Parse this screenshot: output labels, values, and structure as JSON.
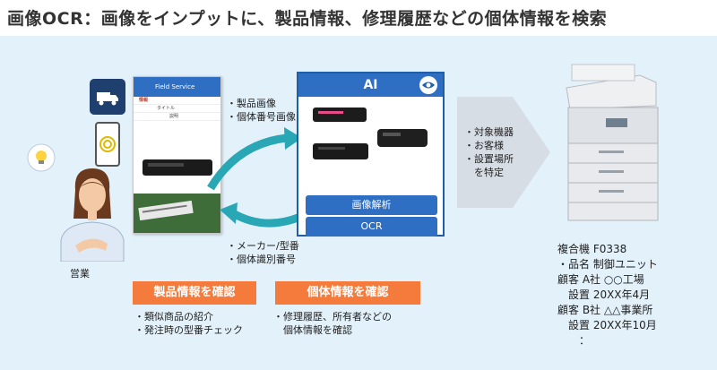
{
  "title": "画像OCR：画像をインプットに、製品情報、修理履歴などの個体情報を検索",
  "phone": {
    "header": "Field Service",
    "rows": [
      "情報",
      "タイトル",
      "説明"
    ]
  },
  "ai_box": {
    "title": "AI",
    "btn_analysis": "画像解析",
    "btn_ocr": "OCR"
  },
  "inputs": [
    "・製品画像",
    "・個体番号画像"
  ],
  "outputs": [
    "・メーカー/型番",
    "・個体識別番号"
  ],
  "person_label": "営業",
  "targets": [
    "・対象機器",
    "・お客様",
    "・設置場所",
    "　を特定"
  ],
  "product_box": {
    "label": "製品情報を確認",
    "items": [
      "・類似商品の紹介",
      "・発注時の型番チェック"
    ]
  },
  "individual_box": {
    "label": "個体情報を確認",
    "items": [
      "・修理履歴、所有者などの",
      "　個体情報を確認"
    ]
  },
  "machine_info": [
    "複合機 F0338",
    "・品名 制御ユニット",
    "顧客 A社 ○○工場",
    "　設置 20XX年4月",
    "顧客 B社 △△事業所",
    "　設置 20XX年10月",
    "　　："
  ],
  "colors": {
    "accent_blue": "#2e6fc4",
    "orange": "#f47b3b",
    "panel_bg": "#e3f1fb"
  }
}
